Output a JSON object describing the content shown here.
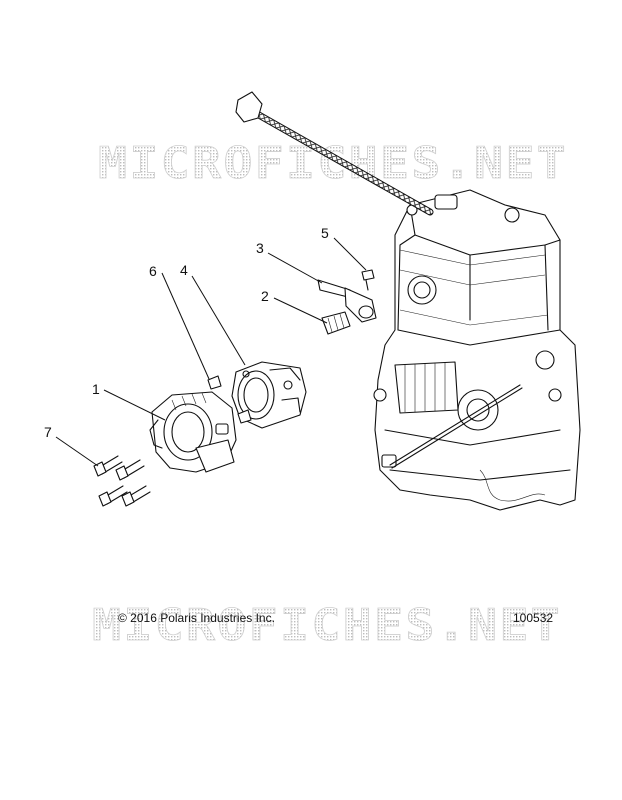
{
  "watermark": {
    "text_top": "MICROFICHES.NET",
    "text_bottom": "MICROFICHES.NET"
  },
  "callouts": [
    "1",
    "2",
    "3",
    "4",
    "5",
    "6",
    "7"
  ],
  "footer": {
    "copyright": "© 2016 Polaris Industries Inc.",
    "part_number": "100532"
  }
}
